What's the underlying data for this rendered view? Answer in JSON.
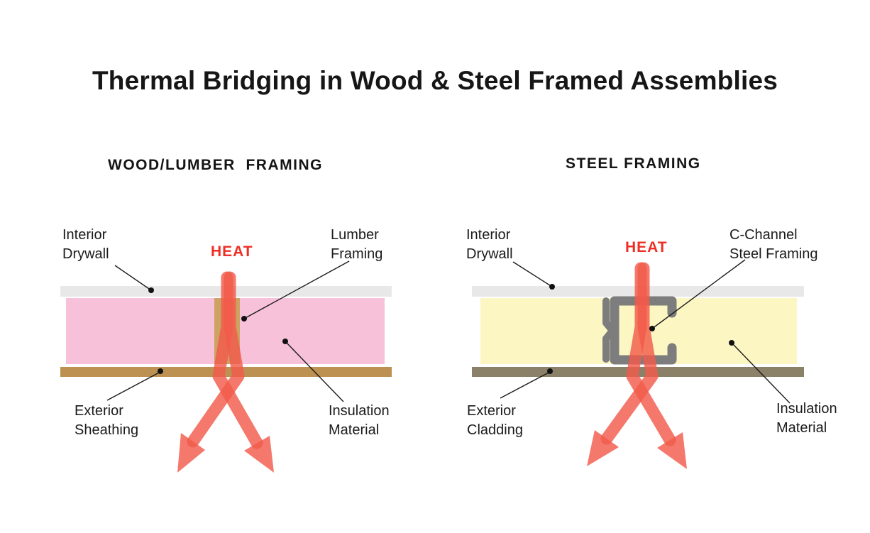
{
  "title": "Thermal Bridging in Wood & Steel Framed Assemblies",
  "colors": {
    "heat_text": "#ee2e24",
    "arrow": "#f25a4a",
    "drywall": "#e8e8e8",
    "insulation_pink": "#f7c1da",
    "lumber": "#cda263",
    "sheathing": "#bd9152",
    "insulation_yellow": "#fcf6c3",
    "steel": "#7d7d7d",
    "cladding": "#8b8068"
  },
  "left_panel": {
    "heading": "WOOD/LUMBER  FRAMING",
    "heat": "HEAT",
    "labels": {
      "interior_drywall": "Interior\nDrywall",
      "lumber_framing": "Lumber\nFraming",
      "exterior_sheathing": "Exterior\nSheathing",
      "insulation_material": "Insulation\nMaterial"
    }
  },
  "right_panel": {
    "heading": "STEEL FRAMING",
    "heat": "HEAT",
    "labels": {
      "interior_drywall": "Interior\nDrywall",
      "c_channel": "C-Channel\nSteel Framing",
      "exterior_cladding": "Exterior\nCladding",
      "insulation_material": "Insulation\nMaterial"
    }
  }
}
